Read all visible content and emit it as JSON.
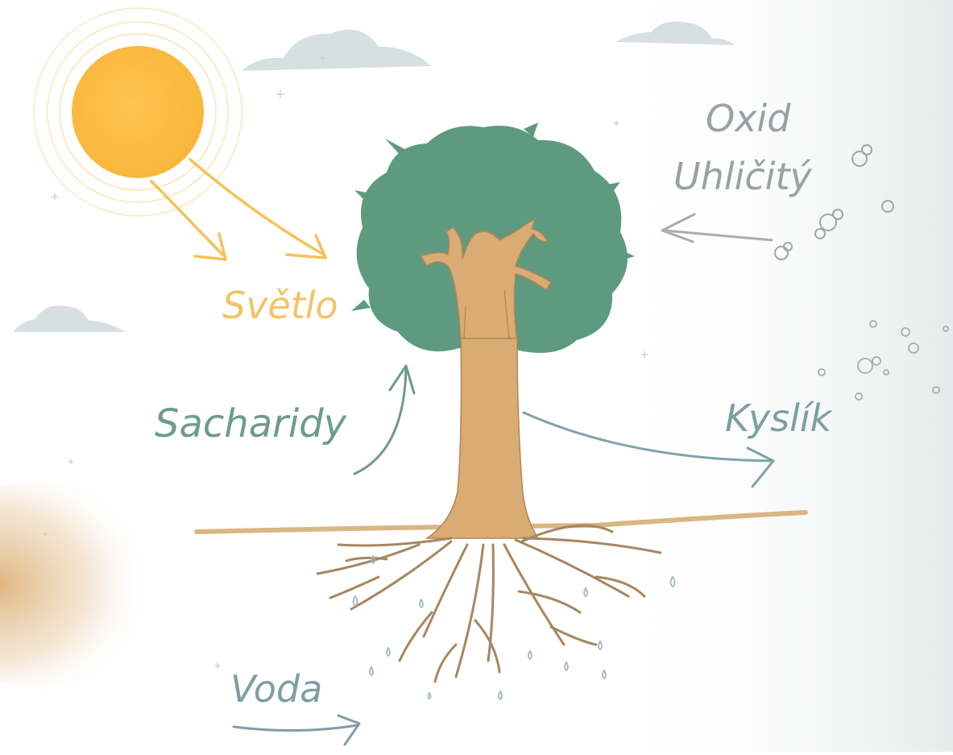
{
  "labels": {
    "light": "Světlo",
    "carbon_dioxide_line1": "Oxid",
    "carbon_dioxide_line2": "Uhličitý",
    "sugars": "Sacharidy",
    "oxygen": "Kyslík",
    "water": "Voda"
  },
  "colors": {
    "sun": "#fbbb45",
    "sun_label": "#f2c463",
    "canopy": "#5e9a80",
    "trunk": "#d8ac73",
    "ground": "#d9b684",
    "roots": "#a88660",
    "sky_gray_label": "#9aa1a4",
    "green_label": "#6d9c8a",
    "blue_gray_label": "#7e9ea4",
    "cloud": "#d5dfe2",
    "water_drop": "#9fb9c3"
  },
  "icons": [
    "sun-icon",
    "cloud-icon",
    "tree-icon",
    "bubble-icon",
    "water-drop-icon",
    "arrow-icon"
  ]
}
